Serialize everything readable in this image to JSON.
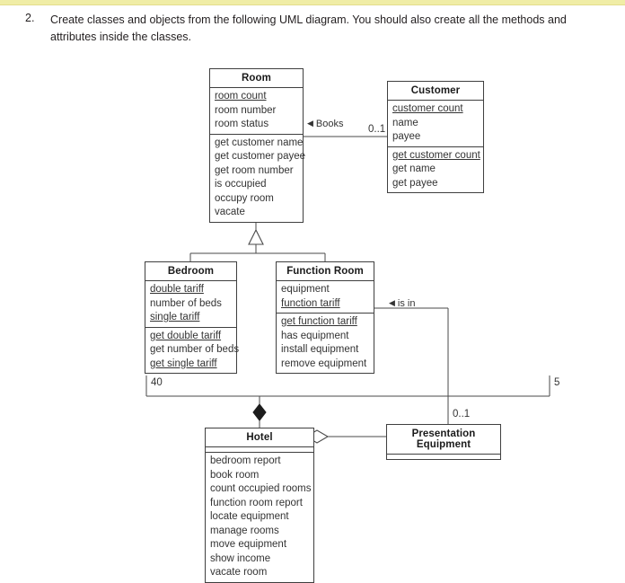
{
  "page": {
    "question_number": "2.",
    "question_text": "Create classes and objects from the following UML diagram.  You should also create all the methods and attributes inside the classes.",
    "band_color": "#f0eda6",
    "line_color": "#3f3f3f",
    "text_color": "#333333"
  },
  "diagram": {
    "type": "uml-class-diagram",
    "classes": {
      "room": {
        "name": "Room",
        "attributes": [
          {
            "label": "room count",
            "static": true
          },
          {
            "label": "room number",
            "static": false
          },
          {
            "label": "room status",
            "static": false
          }
        ],
        "methods": [
          {
            "label": "get customer name",
            "static": false
          },
          {
            "label": "get customer payee",
            "static": false
          },
          {
            "label": "get room number",
            "static": false
          },
          {
            "label": "is occupied",
            "static": false
          },
          {
            "label": "occupy room",
            "static": false
          },
          {
            "label": "vacate",
            "static": false
          }
        ]
      },
      "customer": {
        "name": "Customer",
        "attributes": [
          {
            "label": "customer count",
            "static": true
          },
          {
            "label": "name",
            "static": false
          },
          {
            "label": "payee",
            "static": false
          }
        ],
        "methods": [
          {
            "label": "get customer count",
            "static": true
          },
          {
            "label": "get name",
            "static": false
          },
          {
            "label": "get payee",
            "static": false
          }
        ]
      },
      "bedroom": {
        "name": "Bedroom",
        "attributes": [
          {
            "label": "double tariff",
            "static": true
          },
          {
            "label": "number of beds",
            "static": false
          },
          {
            "label": "single tariff",
            "static": true
          }
        ],
        "methods": [
          {
            "label": "get double tariff",
            "static": true
          },
          {
            "label": "get number of beds",
            "static": false
          },
          {
            "label": "get single tariff",
            "static": true
          }
        ]
      },
      "function_room": {
        "name": "Function Room",
        "attributes": [
          {
            "label": "equipment",
            "static": false
          },
          {
            "label": "function tariff",
            "static": true
          }
        ],
        "methods": [
          {
            "label": "get function tariff",
            "static": true
          },
          {
            "label": "has equipment",
            "static": false
          },
          {
            "label": "install equipment",
            "static": false
          },
          {
            "label": "remove equipment",
            "static": false
          }
        ]
      },
      "hotel": {
        "name": "Hotel",
        "attributes": [],
        "methods": [
          {
            "label": "bedroom report",
            "static": false
          },
          {
            "label": "book room",
            "static": false
          },
          {
            "label": "count occupied rooms",
            "static": false
          },
          {
            "label": "function room report",
            "static": false
          },
          {
            "label": "locate equipment",
            "static": false
          },
          {
            "label": "manage rooms",
            "static": false
          },
          {
            "label": "move equipment",
            "static": false
          },
          {
            "label": "show income",
            "static": false
          },
          {
            "label": "vacate room",
            "static": false
          }
        ]
      },
      "presentation_equipment": {
        "name": "Presentation Equipment",
        "attributes": [],
        "methods": []
      }
    },
    "relationships": {
      "books": {
        "label": "Books",
        "direction_glyph": "◀",
        "multiplicity": "0..1"
      },
      "is_in": {
        "label": "is in",
        "direction_glyph": "◀",
        "multiplicity": "0..1"
      },
      "hotel_bedroom": {
        "multiplicity": "40"
      },
      "hotel_function_room": {
        "multiplicity": "5"
      }
    }
  }
}
